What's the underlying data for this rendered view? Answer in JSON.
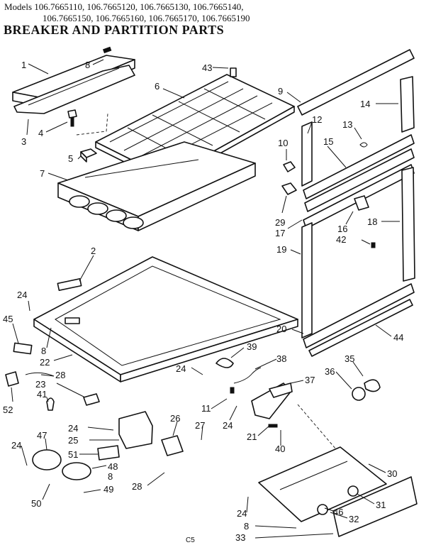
{
  "header": {
    "models_line1": "Models 106.7665110, 106.7665120, 106.7665130, 106.7665140,",
    "models_line2": "106.7665150, 106.7665160, 106.7665170, 106.7665190",
    "title": "BREAKER AND PARTITION PARTS"
  },
  "footer": {
    "mark": "C5"
  },
  "callouts": [
    {
      "text": "1"
    },
    {
      "text": "8"
    },
    {
      "text": "4"
    },
    {
      "text": "3"
    },
    {
      "text": "6"
    },
    {
      "text": "43"
    },
    {
      "text": "5"
    },
    {
      "text": "7"
    },
    {
      "text": "9"
    },
    {
      "text": "14"
    },
    {
      "text": "12"
    },
    {
      "text": "13"
    },
    {
      "text": "10"
    },
    {
      "text": "15"
    },
    {
      "text": "29"
    },
    {
      "text": "17"
    },
    {
      "text": "16"
    },
    {
      "text": "18"
    },
    {
      "text": "42"
    },
    {
      "text": "19"
    },
    {
      "text": "2"
    },
    {
      "text": "24"
    },
    {
      "text": "45"
    },
    {
      "text": "8"
    },
    {
      "text": "22"
    },
    {
      "text": "28"
    },
    {
      "text": "23"
    },
    {
      "text": "52"
    },
    {
      "text": "41"
    },
    {
      "text": "20"
    },
    {
      "text": "44"
    },
    {
      "text": "39"
    },
    {
      "text": "38"
    },
    {
      "text": "24"
    },
    {
      "text": "37"
    },
    {
      "text": "35"
    },
    {
      "text": "36"
    },
    {
      "text": "11"
    },
    {
      "text": "24"
    },
    {
      "text": "21"
    },
    {
      "text": "40"
    },
    {
      "text": "24"
    },
    {
      "text": "25"
    },
    {
      "text": "26"
    },
    {
      "text": "27"
    },
    {
      "text": "47"
    },
    {
      "text": "51"
    },
    {
      "text": "48"
    },
    {
      "text": "8"
    },
    {
      "text": "24"
    },
    {
      "text": "49"
    },
    {
      "text": "28"
    },
    {
      "text": "50"
    },
    {
      "text": "30"
    },
    {
      "text": "31"
    },
    {
      "text": "46"
    },
    {
      "text": "24"
    },
    {
      "text": "32"
    },
    {
      "text": "8"
    },
    {
      "text": "33"
    }
  ]
}
